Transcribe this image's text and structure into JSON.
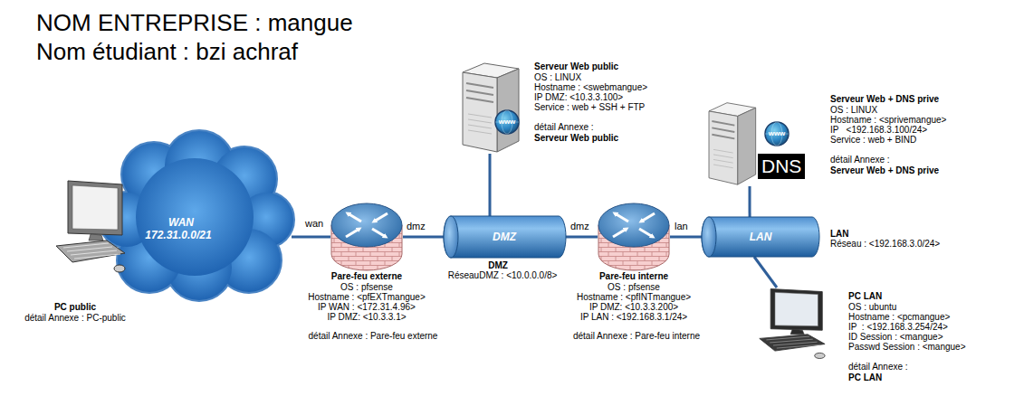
{
  "diagram": {
    "title": "NOM ENTREPRISE : mangue",
    "nodes": [
      {
        "text": [
          "Serveur Web public",
          "OS : LINUX",
          "Hostname : <swebmangue>",
          "IP DMZ: <10.3.3.100>",
          "Service : web + SSH + FTP",
          "détail Annexe :",
          "Serveur Web public",
          "www"
        ]
      },
      {
        "text": [
          "Serveur Web + DNS prive",
          "OS : LINUX",
          "Hostname : <sprivemangue>",
          "IP   <192.168.3.100/24>",
          "Service : web + BIND",
          "détail Annexe :",
          "Serveur Web + DNS prive",
          "www",
          "DNS"
        ]
      },
      {
        "text": [
          "WAN",
          "172.31.0.0/21"
        ]
      },
      {
        "text": [
          "PC public",
          "détail Annexe : PC-public"
        ]
      },
      {
        "text": [
          "Pare-feu externe",
          "OS : pfsense",
          "Hostname : <pfEXTmangue>",
          "IP WAN : <172.31.4.96>",
          "IP DMZ: <10.3.3.1>",
          "détail Annexe : Pare-feu externe"
        ]
      },
      {
        "text": [
          "DMZ",
          "DMZ",
          "RéseauDMZ : <10.0.0.0/8>"
        ]
      },
      {
        "text": [
          "Pare-feu interne",
          "OS : pfsense",
          "Hostname : <pfINTmangue>",
          "IP DMZ: <10.3.3.200>",
          "IP LAN : <192.168.3.1/24>",
          "détail Annexe : Pare-feu interne"
        ]
      },
      {
        "text": [
          "LAN",
          "LAN",
          "Réseau : <192.168.3.0/24>"
        ]
      },
      {
        "text": [
          "PC LAN",
          "OS : ubuntu",
          "Hostname : <pcmangue>",
          "IP  : <192.168.3.254/24>",
          "ID Session : <mangue>",
          "Passwd Session : <mangue>",
          "détail Annexe :",
          "PC LAN"
        ]
      }
    ],
    "edges": [
      {
        "from": 2,
        "to": 4,
        "label": "wan",
        "arrow": "none"
      },
      {
        "from": 4,
        "to": 5,
        "label": "dmz",
        "arrow": "none"
      },
      {
        "from": 5,
        "to": 6,
        "label": "dmz",
        "arrow": "none"
      },
      {
        "from": 6,
        "to": 7,
        "label": "lan",
        "arrow": "none"
      },
      {
        "from": 0,
        "to": 5,
        "arrow": "none"
      },
      {
        "from": 1,
        "to": 7,
        "arrow": "none"
      },
      {
        "from": 7,
        "to": 8,
        "arrow": "none"
      }
    ],
    "labels": [
      "Nom étudiant : bzi achraf"
    ]
  }
}
